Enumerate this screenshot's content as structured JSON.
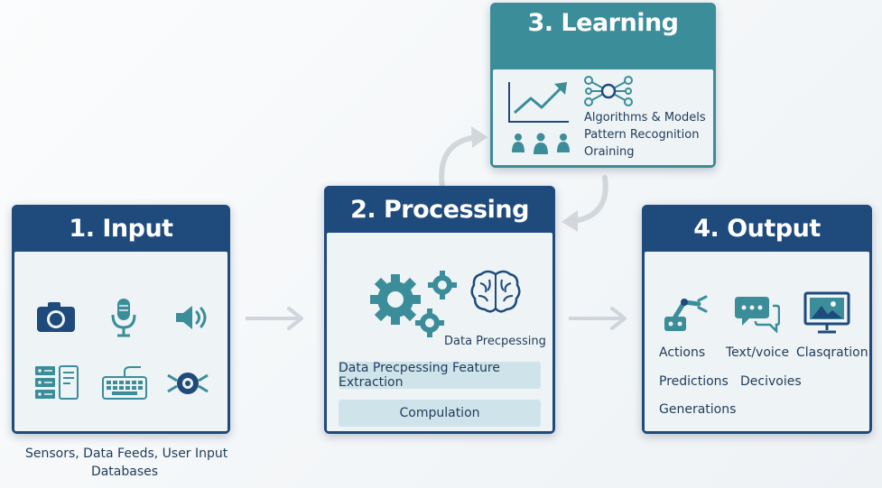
{
  "cards": {
    "input": {
      "title": "1. Input",
      "icons": [
        "camera-icon",
        "microphone-icon",
        "speaker-icon",
        "server-rack-icon",
        "keyboard-icon",
        "sensor-icon"
      ],
      "footer_line1": "Sensors, Data Feeds, User Input",
      "footer_line2": "Databases"
    },
    "processing": {
      "title": "2. Processing",
      "icons": [
        "gears-icon",
        "brain-icon"
      ],
      "caption": "Data Precpessing",
      "pill1": "Data Precpessing  Feature Extraction",
      "pill2": "Compulation"
    },
    "learning": {
      "title": "3. Learning",
      "icons": [
        "trend-chart-icon",
        "network-icon",
        "people-icon"
      ],
      "line1": "Algorithms & Models",
      "line2": "Pattern Recognition",
      "line3": "Oraining"
    },
    "output": {
      "title": "4. Output",
      "icons": [
        "robot-arm-icon",
        "chat-bubbles-icon",
        "monitor-image-icon"
      ],
      "item_actions": "Actions",
      "item_text_voice": "Text/voice",
      "item_clasp": "Clasqration",
      "item_predictions": "Predictions",
      "item_decisions": "Decivoies",
      "item_generations": "Generations"
    }
  },
  "colors": {
    "navy": "#1e4a7c",
    "teal": "#3a8d99",
    "panel": "#eef3f6",
    "pill": "#cfe4ea",
    "arrow": "#d2d7db"
  }
}
